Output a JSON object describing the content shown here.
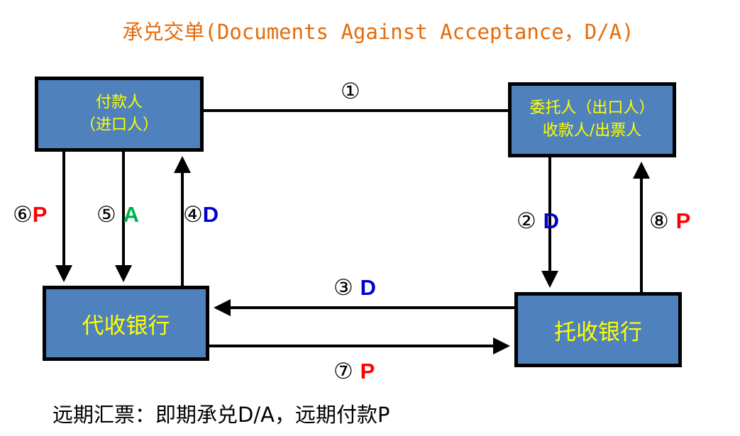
{
  "title": "承兑交单(Documents Against Acceptance，D/A)",
  "colors": {
    "title": "#e46c0a",
    "box_fill": "#4f81bd",
    "box_text": "#ffff00",
    "P": "#ff0000",
    "A": "#00b050",
    "D": "#0000cc"
  },
  "nodes": {
    "payer": {
      "line1": "付款人",
      "line2": "（进口人）"
    },
    "principal": {
      "line1": "委托人（出口人）",
      "line2": "收款人/出票人"
    },
    "collecting_bank": {
      "label": "代收银行"
    },
    "remitting_bank": {
      "label": "托收银行"
    }
  },
  "steps": [
    {
      "num": "①",
      "code": "",
      "from": "payer",
      "to": "principal"
    },
    {
      "num": "②",
      "code": "D",
      "from": "principal",
      "to": "remitting_bank"
    },
    {
      "num": "③",
      "code": "D",
      "from": "remitting_bank",
      "to": "collecting_bank"
    },
    {
      "num": "④",
      "code": "D",
      "from": "collecting_bank",
      "to": "payer"
    },
    {
      "num": "⑤",
      "code": "A",
      "from": "payer",
      "to": "collecting_bank"
    },
    {
      "num": "⑥",
      "code": "P",
      "from": "payer",
      "to": "collecting_bank"
    },
    {
      "num": "⑦",
      "code": "P",
      "from": "collecting_bank",
      "to": "remitting_bank"
    },
    {
      "num": "⑧",
      "code": "P",
      "from": "remitting_bank",
      "to": "principal"
    }
  ],
  "footer": "远期汇票：即期承兑D/A，远期付款P"
}
